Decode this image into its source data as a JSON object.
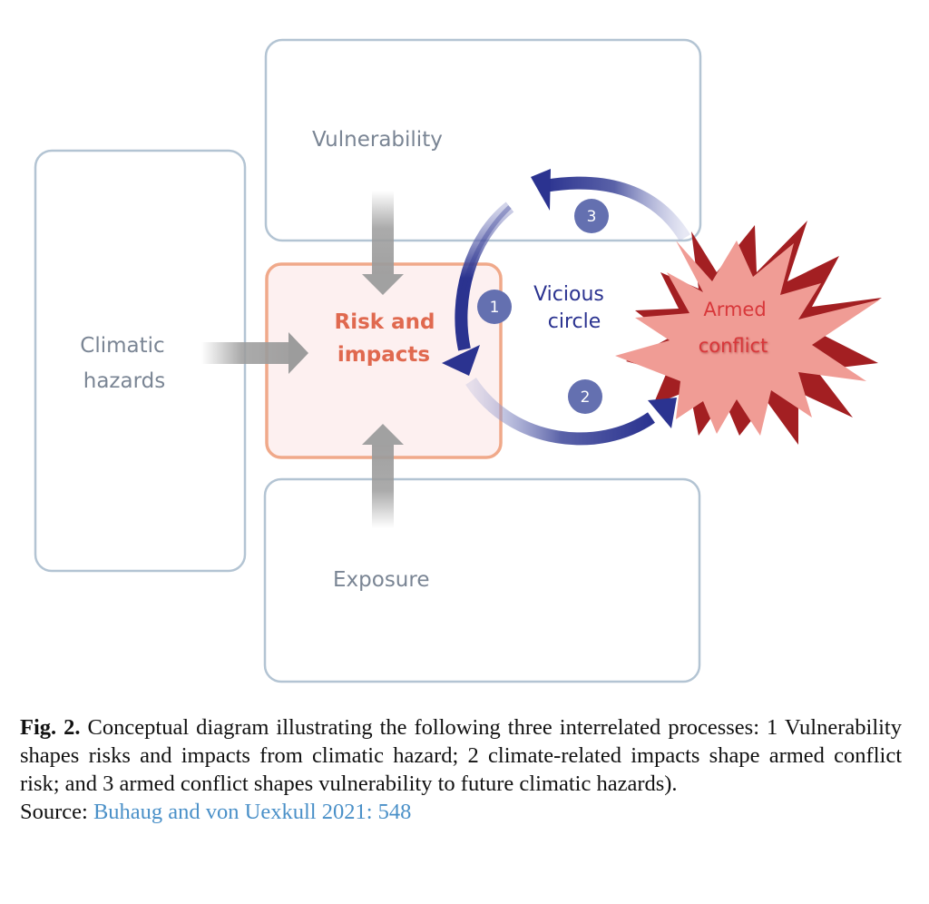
{
  "diagram": {
    "boxes": {
      "vulnerability": "Vulnerability",
      "climatic_hazards_line1": "Climatic",
      "climatic_hazards_line2": "hazards",
      "risk_impacts_line1": "Risk and",
      "risk_impacts_line2": "impacts",
      "exposure": "Exposure"
    },
    "vicious_circle_line1": "Vicious",
    "vicious_circle_line2": "circle",
    "armed_conflict_line1": "Armed",
    "armed_conflict_line2": "conflict",
    "process_badges": [
      "1",
      "2",
      "3"
    ],
    "colors": {
      "box_border": "#b3c4d3",
      "risk_border": "#f0a98a",
      "risk_fill": "#fdf0f0",
      "risk_text": "#e0694f",
      "circle_arrow": "#2b3390",
      "badge": "#6470b0",
      "burst_light": "#f09c95",
      "burst_dark": "#a31f22",
      "gray_arrow": "#9c9c9c"
    }
  },
  "caption": {
    "fig_label": "Fig. 2.",
    "text": "Conceptual diagram illustrating the following three interrelated processes: 1 Vulnerability shapes risks and impacts from climatic hazard; 2 climate-related impacts shape armed conflict risk; and 3 armed conflict shapes vulnerability to future climatic hazards).",
    "source_label": "Source:",
    "source_link": "Buhaug and von Uexkull 2021: 548"
  }
}
